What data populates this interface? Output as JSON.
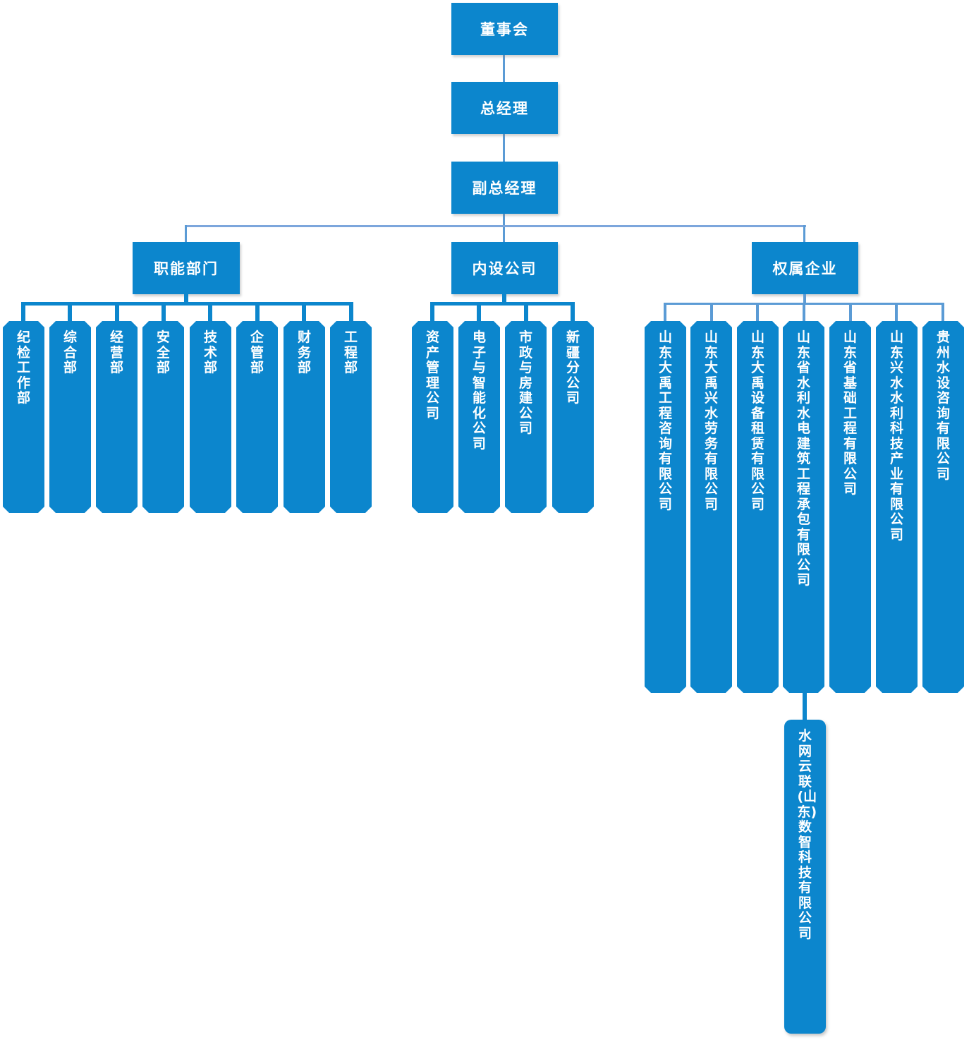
{
  "diagram": {
    "type": "org-chart",
    "colors": {
      "node_fill": "#0c86cd",
      "node_text": "#ffffff",
      "connector_dark": "#0c86cd",
      "connector_medium": "#5b9bd5",
      "connector_light": "#7ca6dc"
    },
    "chain": [
      "董事会",
      "总经理",
      "副总经理"
    ],
    "groups": [
      {
        "label": "职能部门",
        "children": [
          "纪检工作部",
          "综合部",
          "经营部",
          "安全部",
          "技术部",
          "企管部",
          "财务部",
          "工程部"
        ]
      },
      {
        "label": "内设公司",
        "children": [
          "资产管理公司",
          "电子与智能化公司",
          "市政与房建公司",
          "新疆分公司"
        ]
      },
      {
        "label": "权属企业",
        "children": [
          "山东大禹工程咨询有限公司",
          "山东大禹兴水劳务有限公司",
          "山东大禹设备租赁有限公司",
          "山东省水利水电建筑工程承包有限公司",
          "山东省基础工程有限公司",
          "山东兴水水利科技产业有限公司",
          "贵州水设咨询有限公司"
        ],
        "grandchild": {
          "label": "水网云联(山东)数智科技有限公司",
          "parent_index": 3
        }
      }
    ]
  }
}
